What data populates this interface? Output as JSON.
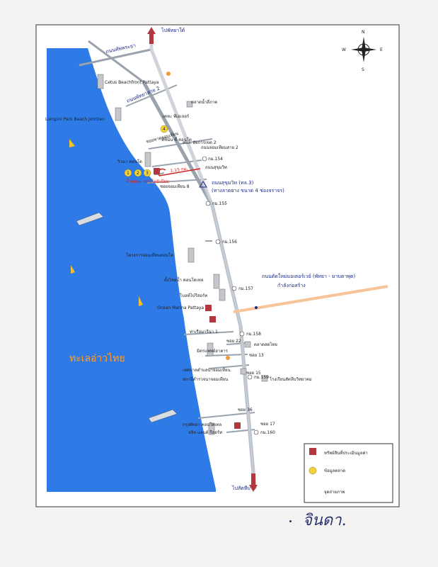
{
  "roads": {
    "to_pattaya_north": "ไปพัทยาใต้",
    "to_sattahip": "ไปสัตหีบ",
    "thappraya": "ถนนทัพพระยา",
    "pattaya_sai2": "ถนนพัทยาสาย 2",
    "sukhumvit_line1": "ถนนสุขุมวิท (ทล.3)",
    "sukhumvit_line2": "(ทางลาดยาง ขนาด 4 ช่องจราจร)",
    "motorway_line1": "ถนนตัดใหม่มอเตอร์เวย์ (พัทยา - มาบตาพุด)",
    "motorway_line2": "กำลังก่อสร้าง",
    "jomtien_beach_road": "ซอยหาดจอมเทียน",
    "jomtien_road2": "ถนนจอมเทียนสาย 2",
    "soi_jomtien8": "ซอยจอมเทียน 8",
    "soi_22": "ซอย 22",
    "soi_13": "ซอย 13",
    "soi_15": "ซอย 15",
    "soi_36": "ซอย 36",
    "soi_17": "ซอย 17",
    "distance": "1.15 กม.",
    "sukhumvit_tag": "ถนนสุขุมวิท"
  },
  "landmarks": {
    "cetus": "Cetus Beachfront Pattaya",
    "lumpini": "Lumpini Park Beach Jomtien",
    "market": "ตลาดน้ำสี่ภาค",
    "topic": "เคหะ พีเอเจอร์",
    "pc_condo": "พีซีนัน ซี่ คอนโด",
    "sng": "สนง. อัยการเขต 2",
    "view_condo": "วิวนา คอนโด",
    "sea_condo": "น้ำพยอม คอนโดมิเนียม",
    "jomtien_condo": "โครงการจอมเทียนคอนโด",
    "tahiti": "ตั้งไชยน้ำ คอนโดเทล",
    "panwa": "โบลท์ไบ๋รีสอร์ท",
    "ocean": "Ocean Marina Pattaya",
    "ocean_marina": "ท่าเรือมารีน่า 1",
    "pattaya_thai": "ตลาดสดไทย",
    "somphong": "มิตรแพทย์อาคาร",
    "school": "โรงเรียนสัตหีบวิทยาคม",
    "tambon": "เทศบาลตำบลนาจอมเทียน",
    "police": "สถานีตำรวจนาจอมเทียน",
    "pattaya_grand": "กรุงพัทยา คอนโดเทล",
    "pattaya_resort": "ลลิล แลนด์ รีสอร์ท",
    "sea_label": "ทะเลอ่าวไทย"
  },
  "km_markers": [
    "กม.154",
    "กม.155",
    "กม.156",
    "กม.157",
    "กม.158",
    "กม.159",
    "กม.160"
  ],
  "compass": {
    "n": "N",
    "s": "S",
    "e": "E",
    "w": "W"
  },
  "legend": {
    "items": [
      {
        "label": "ทรัพย์สินที่ประเมินมูลค่า",
        "icon": "red-square-icon"
      },
      {
        "label": "ข้อมูลตลาด",
        "icon": "yellow-circle-icon"
      },
      {
        "label": "จุดถ่ายภาพ",
        "icon": "camera-triangle-icon"
      }
    ]
  },
  "markers": {
    "c1": "1",
    "c2": "2",
    "c3": "3",
    "c4": "4"
  },
  "signature": "จินดา.",
  "colors": {
    "sea": "#2e7ae6",
    "road": "#9aa3ad",
    "red": "#b3373f",
    "yellow": "#f4d23a",
    "motorway": "#f7c49a",
    "text_blue": "#1b2a8c",
    "red_text": "#c22"
  }
}
